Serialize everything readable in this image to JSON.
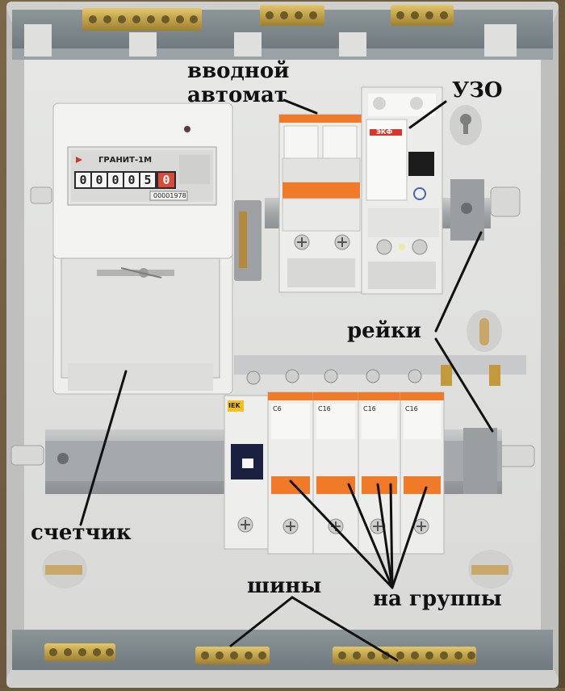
{
  "labels": {
    "vvodnoy_line1": "вводной",
    "vvodnoy_line2": "автомат",
    "uzo": "УЗО",
    "reyki": "рейки",
    "schetchik": "счетчик",
    "shiny": "шины",
    "na_gruppy": "на группы"
  },
  "meter": {
    "brand": "ГРАНИТ-1М",
    "serial": "00001978",
    "digits": [
      "0",
      "0",
      "0",
      "0",
      "5",
      "0"
    ]
  },
  "uzo_device": {
    "brand": "ЭКФ"
  },
  "small_breakers": {
    "brand": "IEK",
    "ratings": [
      "C6",
      "C16",
      "C16",
      "C16"
    ]
  },
  "colors": {
    "breaker_orange": "#f07a28",
    "panel_white": "#e8e8e6",
    "rail_gray": "#a8aaab",
    "busbar_brass": "#c9a948"
  }
}
